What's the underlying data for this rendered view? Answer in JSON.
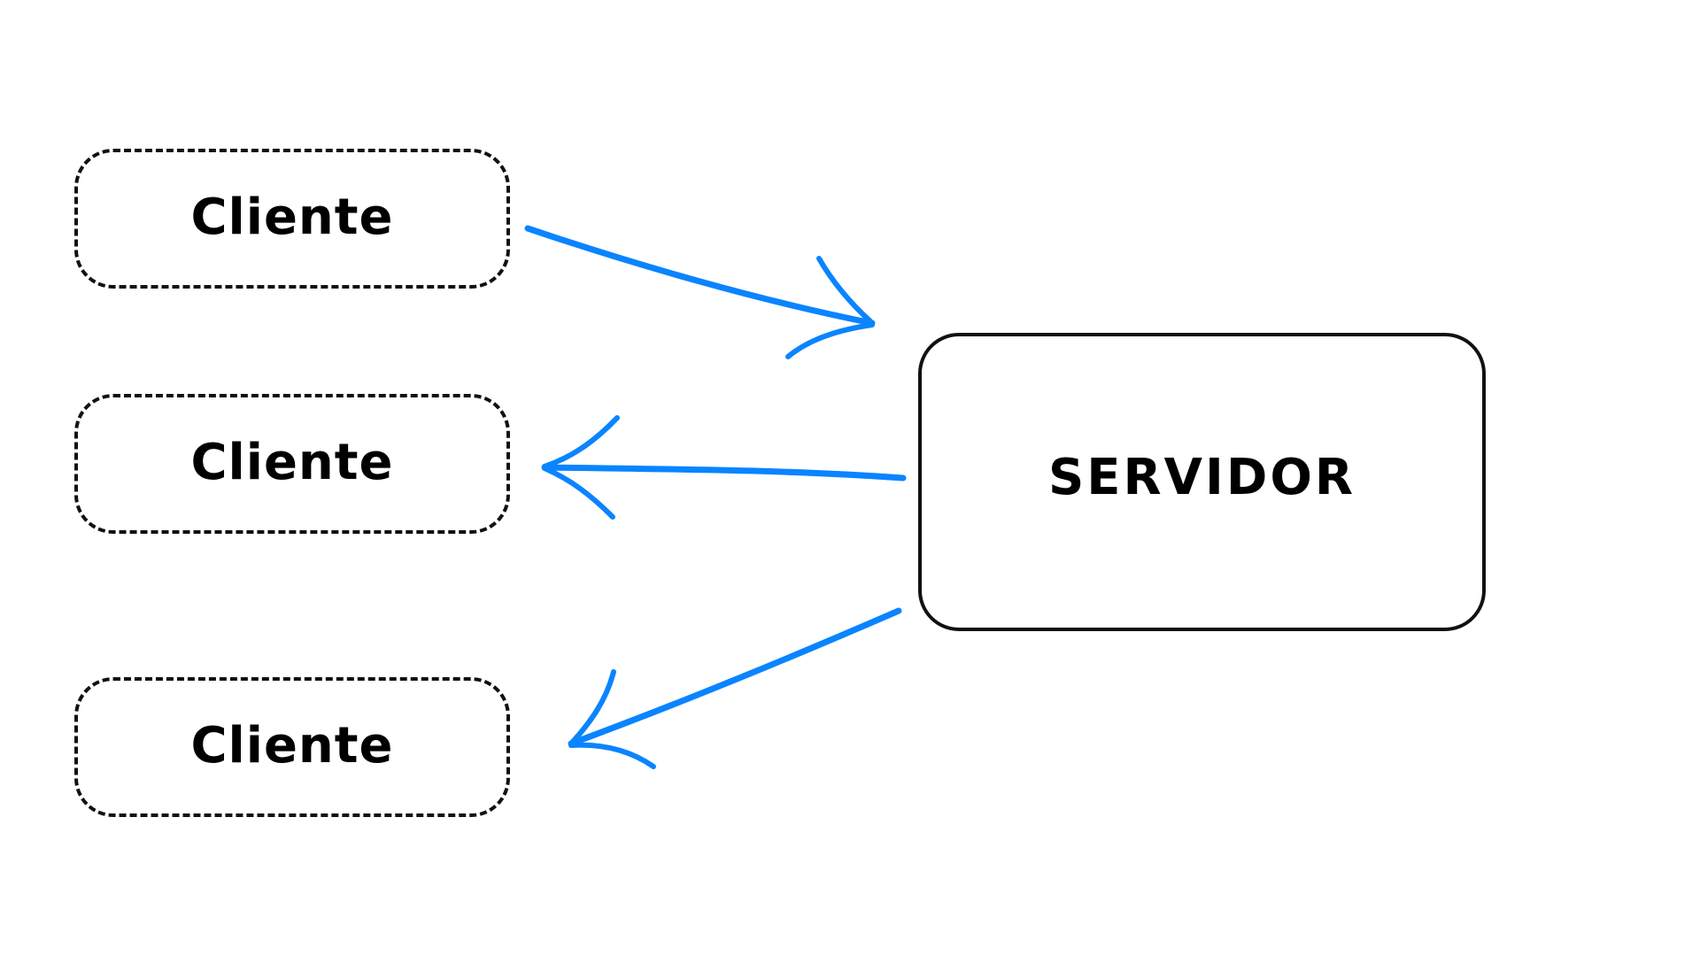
{
  "diagram": {
    "clients": [
      {
        "label": "Cliente"
      },
      {
        "label": "Cliente"
      },
      {
        "label": "Cliente"
      }
    ],
    "server": {
      "label": "SERVIDOR"
    },
    "connections": [
      {
        "from": "client-1",
        "to": "server"
      },
      {
        "from": "server",
        "to": "client-2"
      },
      {
        "from": "server",
        "to": "client-3"
      }
    ]
  },
  "colors": {
    "arrow": "#0A84FF",
    "border": "#111111",
    "text": "#000000",
    "background": "#FFFFFF"
  }
}
